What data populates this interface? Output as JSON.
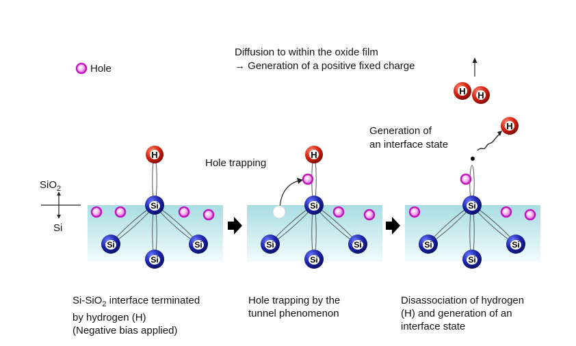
{
  "legend": {
    "label": "Hole"
  },
  "diffusion": {
    "line1": "Diffusion to within the oxide film",
    "line2": "→ Generation of a positive fixed charge"
  },
  "labels": {
    "hole_trapping": "Hole trapping",
    "generation_line1": "Generation of",
    "generation_line2": "an interface state",
    "sio2_main": "SiO",
    "sio2_sub": "2",
    "si_layer": "Si",
    "atom_si": "Si",
    "atom_h": "H"
  },
  "captions": {
    "panel1": {
      "line1_pre": "Si-SiO",
      "line1_sub": "2",
      "line1_post": " interface terminated",
      "line2": "by hydrogen (H)",
      "line3": "(Negative bias applied)"
    },
    "panel2": {
      "line1": "Hole trapping by the",
      "line2": "tunnel phenomenon"
    },
    "panel3": {
      "line1": "Disassociation of hydrogen",
      "line2": "(H) and generation of an",
      "line3": "interface state"
    }
  },
  "colors": {
    "si_atom": "#1a22a8",
    "h_atom": "#d42010",
    "hole": "#d020c8",
    "substrate_top": "#a8dde3",
    "substrate_bottom": "#f2fbfc"
  }
}
